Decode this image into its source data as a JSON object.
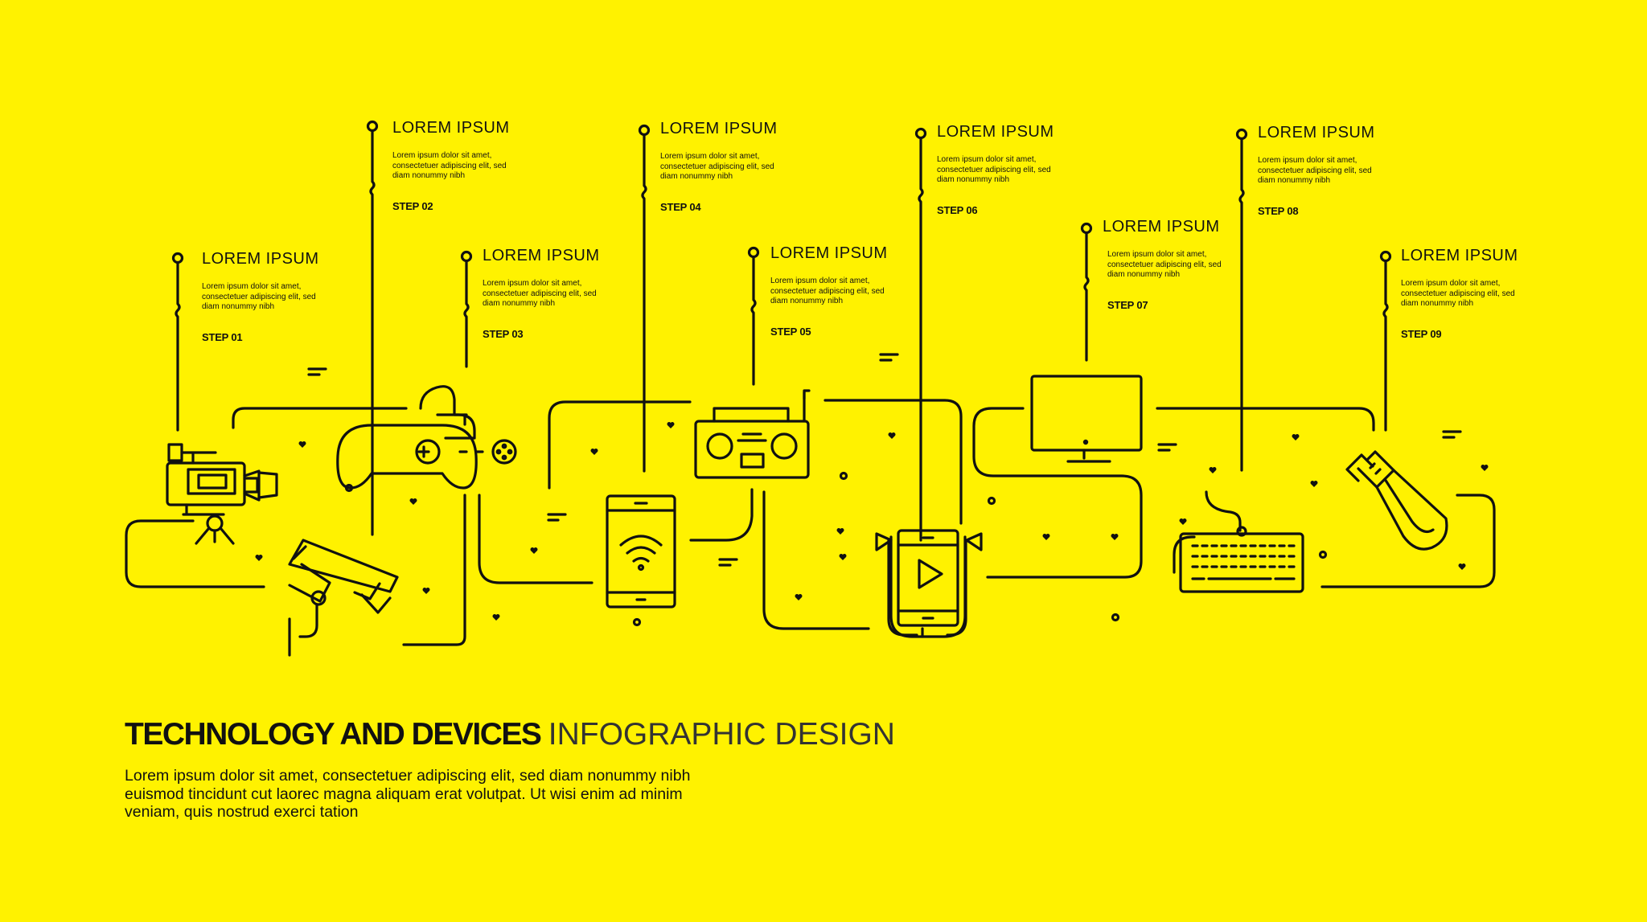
{
  "steps": [
    {
      "title": "LOREM IPSUM",
      "body": "Lorem ipsum dolor sit amet, consectetuer adipiscing elit, sed diam nonummy nibh",
      "label": "STEP 01"
    },
    {
      "title": "LOREM IPSUM",
      "body": "Lorem ipsum dolor sit amet, consectetuer adipiscing elit, sed diam nonummy nibh",
      "label": "STEP 02"
    },
    {
      "title": "LOREM IPSUM",
      "body": "Lorem ipsum dolor sit amet, consectetuer adipiscing elit, sed diam nonummy nibh",
      "label": "STEP 03"
    },
    {
      "title": "LOREM IPSUM",
      "body": "Lorem ipsum dolor sit amet, consectetuer adipiscing elit, sed diam nonummy nibh",
      "label": "STEP 04"
    },
    {
      "title": "LOREM IPSUM",
      "body": "Lorem ipsum dolor sit amet, consectetuer adipiscing elit, sed diam nonummy nibh",
      "label": "STEP 05"
    },
    {
      "title": "LOREM IPSUM",
      "body": "Lorem ipsum dolor sit amet, consectetuer adipiscing elit, sed diam nonummy nibh",
      "label": "STEP 06"
    },
    {
      "title": "LOREM IPSUM",
      "body": "Lorem ipsum dolor sit amet, consectetuer adipiscing elit, sed diam nonummy nibh",
      "label": "STEP 07"
    },
    {
      "title": "LOREM IPSUM",
      "body": "Lorem ipsum dolor sit amet, consectetuer adipiscing elit, sed diam nonummy nibh",
      "label": "STEP 08"
    },
    {
      "title": "LOREM IPSUM",
      "body": "Lorem ipsum dolor sit amet, consectetuer adipiscing elit, sed diam nonummy nibh",
      "label": "STEP 09"
    }
  ],
  "main": {
    "title_bold": "TECHNOLOGY AND DEVICES",
    "title_light": "INFOGRAPHIC DESIGN",
    "description": "Lorem ipsum dolor sit amet, consectetuer adipiscing elit, sed diam nonummy nibh euismod tincidunt cut laorec  magna aliquam erat volutpat. Ut wisi enim ad minim veniam, quis nostrud exerci tation"
  },
  "icons": [
    "video-camera-icon",
    "security-camera-icon",
    "gamepad-icon",
    "smartphone-wifi-icon",
    "radio-icon",
    "video-phone-icon",
    "monitor-icon",
    "keyboard-icon",
    "usb-drive-icon"
  ],
  "colors": {
    "background": "#FFF200",
    "ink": "#111111"
  }
}
